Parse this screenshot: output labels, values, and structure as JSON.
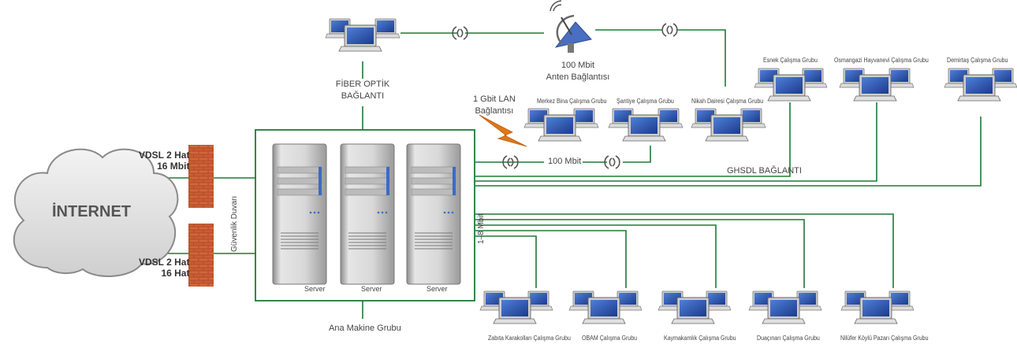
{
  "internet": {
    "label": "İNTERNET"
  },
  "vdsl": [
    {
      "line1": "VDSL 2 Hat",
      "line2": "16 Mbit"
    },
    {
      "line1": "VDSL 2 Hat",
      "line2": "16 Hat"
    }
  ],
  "firewall": {
    "label": "Güvenlik Duvarı"
  },
  "main_group": {
    "label": "Ana Makine Grubu",
    "servers": [
      "Server",
      "Server",
      "Server"
    ]
  },
  "fiber": {
    "line1": "FİBER OPTİK",
    "line2": "BAĞLANTI"
  },
  "antenna": {
    "line1": "100 Mbit",
    "line2": "Anten Bağlantısı"
  },
  "lan": {
    "line1": "1 Gbit LAN",
    "line2": "Bağlantısı"
  },
  "link_100mbit": "100 Mbit",
  "ghsdl": "GHSDL BAĞLANTI",
  "link_1_8mbit": "1–8 Mbit",
  "groups_mid": [
    "Merkez Bina  Çalışma Grubu",
    "Şantiye Çalışma Grubu",
    "Nikah Dairesi Çalışma Grubu"
  ],
  "groups_top": [
    "Esnek Çalışma Grubu",
    "Osmangazi Hayvanevi  Çalışma Grubu",
    "Demirtaş Çalışma Grubu"
  ],
  "groups_bottom": [
    "Zabıta Karakolları Çalışma Grubu",
    "OBAM Çalışma Grubu",
    "Kaymakamlık Çalışma Grubu",
    "Duaçınarı Çalışma Grubu",
    "Nilüfer Köylü Pazarı Çalışma Grubu"
  ],
  "colors": {
    "link": "#1e7a35",
    "box": "#1e7a35",
    "brick": "#c0552e",
    "lightning": "#e07818",
    "screen": "#2a4fa8"
  }
}
